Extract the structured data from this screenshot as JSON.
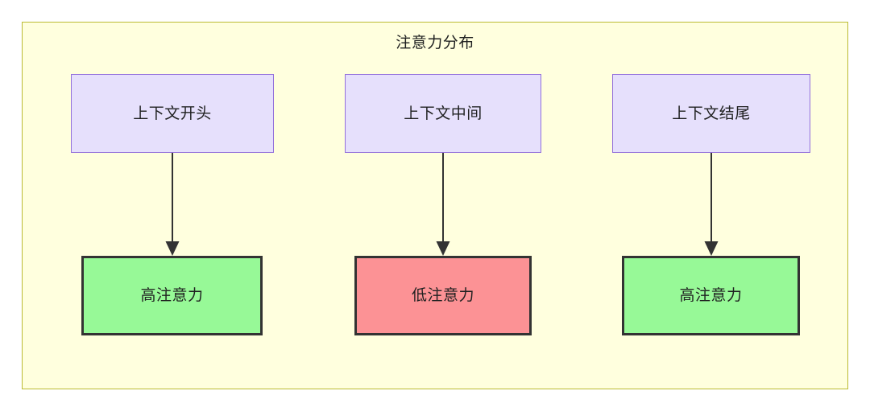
{
  "diagram": {
    "title": "注意力分布",
    "background_color": "#ffffde",
    "border_color": "#bbbb33",
    "type": "flowchart",
    "direction": "top-to-bottom"
  },
  "nodes": {
    "context_start": {
      "label": "上下文开头",
      "fill": "#e6e0fc",
      "stroke": "#9370db"
    },
    "context_middle": {
      "label": "上下文中间",
      "fill": "#e6e0fc",
      "stroke": "#9370db"
    },
    "context_end": {
      "label": "上下文结尾",
      "fill": "#e6e0fc",
      "stroke": "#9370db"
    },
    "attention_start": {
      "label": "高注意力",
      "fill": "#97f997",
      "stroke": "#333333"
    },
    "attention_middle": {
      "label": "低注意力",
      "fill": "#fc9295",
      "stroke": "#333333"
    },
    "attention_end": {
      "label": "高注意力",
      "fill": "#97f997",
      "stroke": "#333333"
    }
  },
  "edges": [
    {
      "from": "context_start",
      "to": "attention_start",
      "label": ""
    },
    {
      "from": "context_middle",
      "to": "attention_middle",
      "label": ""
    },
    {
      "from": "context_end",
      "to": "attention_end",
      "label": ""
    }
  ]
}
